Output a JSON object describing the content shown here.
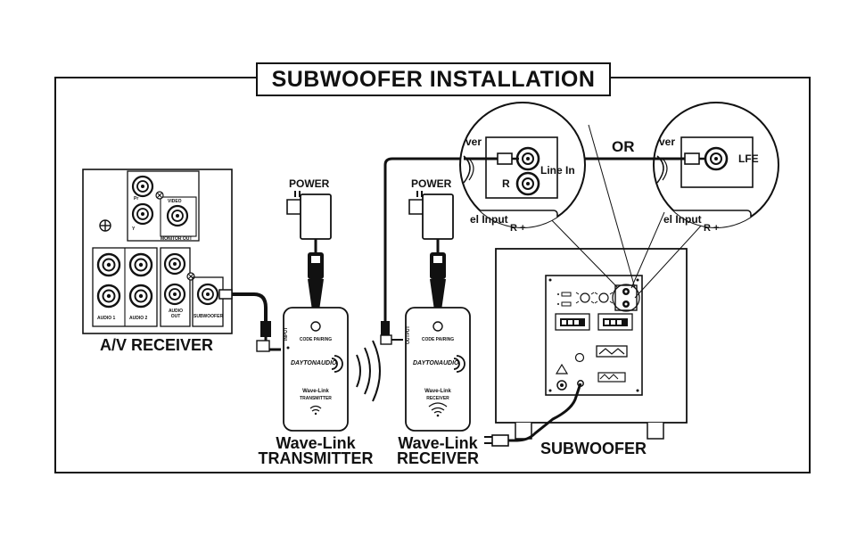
{
  "title": "SUBWOOFER INSTALLATION",
  "receiver": {
    "label": "A/V RECEIVER",
    "jacks": {
      "pr": "Pr",
      "video": "VIDEO",
      "y": "Y",
      "monitor_out": "MONITOR OUT",
      "audio1": "AUDIO 1",
      "audio2": "AUDIO 2",
      "audio_out": "AUDIO OUT",
      "subwoofer": "SUBWOOFER"
    }
  },
  "transmitter": {
    "power_label": "POWER",
    "side_label": "INPUT",
    "code_pairing": "CODE PAIRING",
    "brand": "DAYTONAUDIO",
    "product": "Wave-Link",
    "role": "TRANSMITTER",
    "caption_line1": "Wave-Link",
    "caption_line2": "TRANSMITTER"
  },
  "receiver_unit": {
    "power_label": "POWER",
    "side_label": "OUTPUT",
    "code_pairing": "CODE PAIRING",
    "brand": "DAYTONAUDIO",
    "product": "Wave-Link",
    "role": "RECEIVER",
    "caption_line1": "Wave-Link",
    "caption_line2": "RECEIVER"
  },
  "zoom_left": {
    "partial_top": "ver",
    "line_in": "Line In",
    "r": "R",
    "level_input": "el Input",
    "level_r": "R +"
  },
  "zoom_right": {
    "partial_top": "ver",
    "lfe": "LFE",
    "level_input": "el Input",
    "level_r": "R +"
  },
  "or_label": "OR",
  "subwoofer_label": "SUBWOOFER"
}
